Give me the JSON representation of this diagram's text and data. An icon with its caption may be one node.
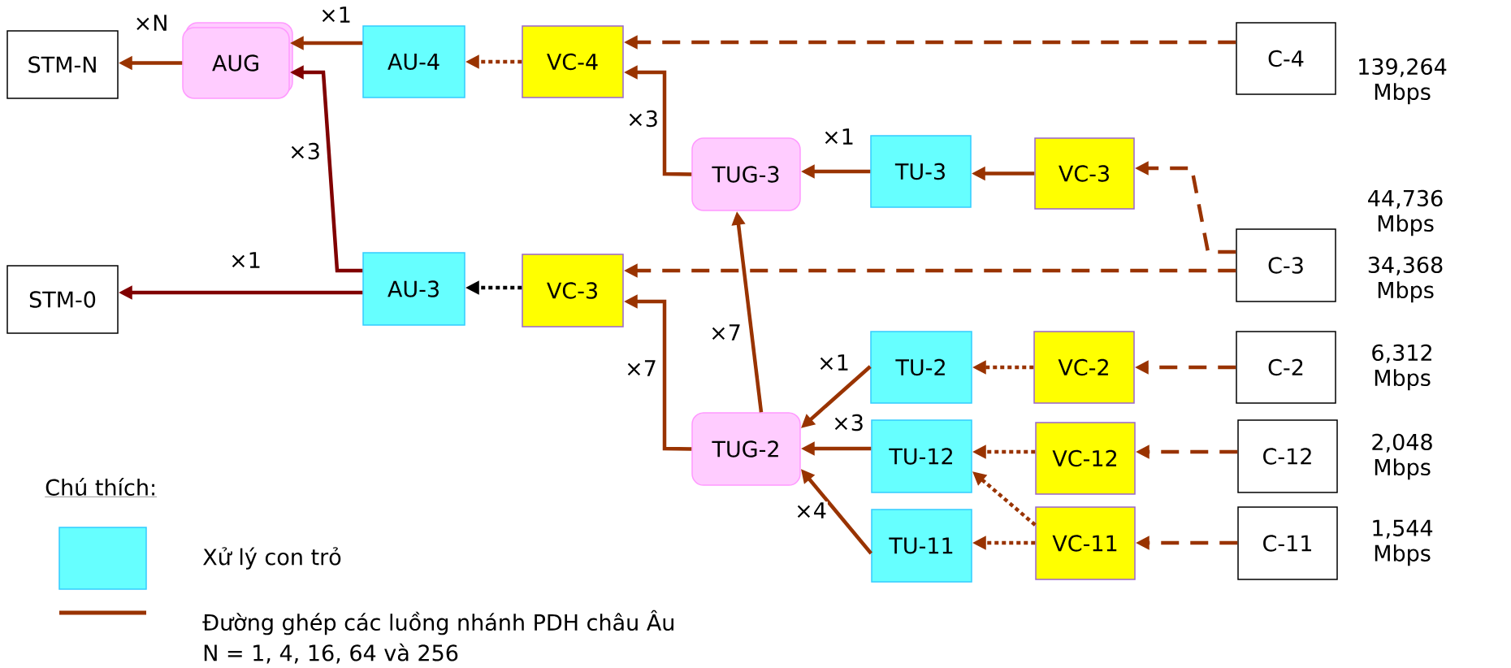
{
  "diagram": {
    "nodes": [
      {
        "text": [
          "STM-N"
        ]
      },
      {
        "text": [
          "AUG"
        ]
      },
      {
        "text": [
          "AU-4"
        ]
      },
      {
        "text": [
          "VC-4"
        ]
      },
      {
        "text": [
          "C-4"
        ],
        "beside": [
          "139,264 Mbps"
        ]
      },
      {
        "text": [
          "TUG-3"
        ]
      },
      {
        "text": [
          "TU-3"
        ]
      },
      {
        "text": [
          "VC-3"
        ]
      },
      {
        "text": [
          "C-3"
        ],
        "beside": [
          "44,736 Mbps",
          "34,368 Mbps"
        ]
      },
      {
        "text": [
          "STM-0"
        ]
      },
      {
        "text": [
          "AU-3"
        ]
      },
      {
        "text": [
          "VC-3"
        ]
      },
      {
        "text": [
          "TU-2"
        ]
      },
      {
        "text": [
          "VC-2"
        ]
      },
      {
        "text": [
          "C-2"
        ],
        "beside": [
          "6,312 Mbps"
        ]
      },
      {
        "text": [
          "TUG-2"
        ]
      },
      {
        "text": [
          "TU-12"
        ]
      },
      {
        "text": [
          "VC-12"
        ]
      },
      {
        "text": [
          "C-12"
        ],
        "beside": [
          "2,048 Mbps"
        ]
      },
      {
        "text": [
          "TU-11"
        ]
      },
      {
        "text": [
          "VC-11"
        ]
      },
      {
        "text": [
          "C-11"
        ],
        "beside": [
          "1,544 Mbps"
        ]
      }
    ],
    "edges": [
      {
        "from": 1,
        "to": 0,
        "arrow": "to",
        "label": "×N"
      },
      {
        "from": 2,
        "to": 1,
        "arrow": "to",
        "label": "×1"
      },
      {
        "from": 3,
        "to": 2,
        "arrow": "to",
        "style": "dashed"
      },
      {
        "from": 4,
        "to": 3,
        "arrow": "to",
        "style": "dashed"
      },
      {
        "from": 5,
        "to": 3,
        "arrow": "to",
        "label": "×3"
      },
      {
        "from": 6,
        "to": 5,
        "arrow": "to",
        "label": "×1"
      },
      {
        "from": 7,
        "to": 6,
        "arrow": "to"
      },
      {
        "from": 8,
        "to": 7,
        "arrow": "to",
        "style": "dashed"
      },
      {
        "from": 10,
        "to": 1,
        "arrow": "to",
        "label": "×3",
        "color": "#800000"
      },
      {
        "from": 10,
        "to": 9,
        "arrow": "to",
        "label": "×1",
        "color": "#800000"
      },
      {
        "from": 11,
        "to": 10,
        "arrow": "to",
        "style": "dashed",
        "color": "#000000"
      },
      {
        "from": 8,
        "to": 11,
        "arrow": "to",
        "style": "dashed"
      },
      {
        "from": 15,
        "to": 11,
        "arrow": "to",
        "label": "×7"
      },
      {
        "from": 15,
        "to": 5,
        "arrow": "to",
        "label": "×7"
      },
      {
        "from": 12,
        "to": 15,
        "arrow": "to",
        "label": "×1"
      },
      {
        "from": 13,
        "to": 12,
        "arrow": "to",
        "style": "dashed"
      },
      {
        "from": 14,
        "to": 13,
        "arrow": "to",
        "style": "dashed"
      },
      {
        "from": 16,
        "to": 15,
        "arrow": "to",
        "label": "×3"
      },
      {
        "from": 17,
        "to": 16,
        "arrow": "to",
        "style": "dashed"
      },
      {
        "from": 18,
        "to": 17,
        "arrow": "to",
        "style": "dashed"
      },
      {
        "from": 19,
        "to": 15,
        "arrow": "to",
        "label": "×4"
      },
      {
        "from": 20,
        "to": 19,
        "arrow": "to",
        "style": "dashed"
      },
      {
        "from": 20,
        "to": 16,
        "arrow": "to",
        "style": "dashed"
      },
      {
        "from": 21,
        "to": 20,
        "arrow": "to",
        "style": "dashed"
      }
    ],
    "labels": [
      "Chú thích:",
      "N = 1, 4, 16, 64 và 256"
    ],
    "legend": [
      {
        "text": "Xử lý con trỏ",
        "color": "#66ffff"
      },
      {
        "text": "Đường ghép các luồng nhánh PDH châu Âu"
      }
    ]
  }
}
